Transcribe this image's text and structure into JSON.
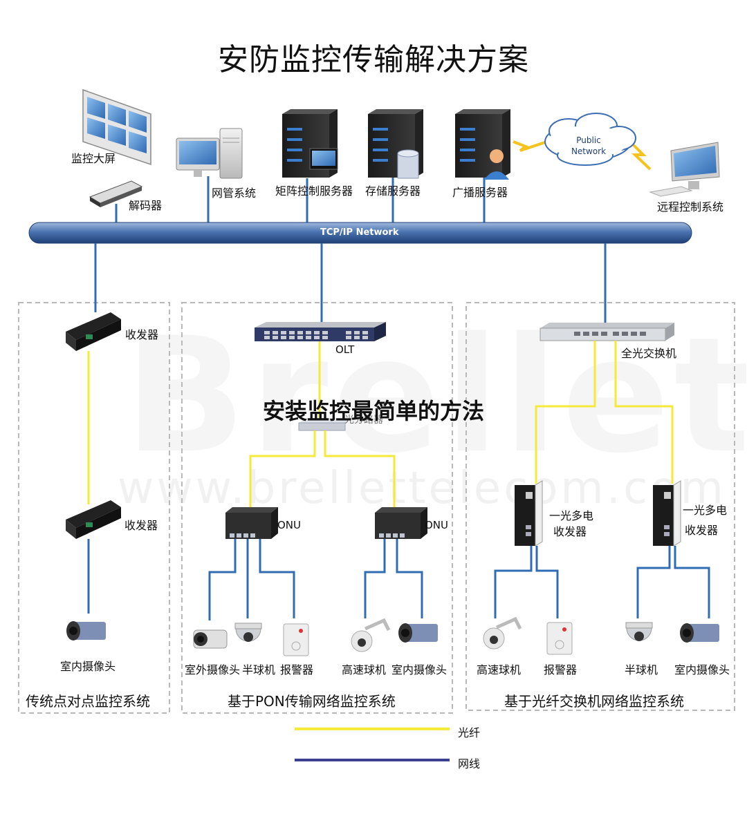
{
  "title": "安防监控传输解决方案",
  "overlay_text": "安装监控最简单的方法",
  "watermark": {
    "brand": "Brellet",
    "url": "www.brellettelecom.com"
  },
  "network": {
    "backbone_label": "TCP/IP Network",
    "cloud_label": "Public Network"
  },
  "top_devices": {
    "video_wall": "监控大屏",
    "decoder": "解码器",
    "nms": "网管系统",
    "matrix_server": "矩阵控制服务器",
    "storage_server": "存储服务器",
    "broadcast_server": "广播服务器",
    "remote_control": "远程控制系统"
  },
  "sections": {
    "traditional": {
      "title": "传统点对点监控系统",
      "transceiver_top": "收发器",
      "transceiver_bottom": "收发器",
      "camera": "室内摄像头"
    },
    "pon": {
      "title": "基于PON传输网络监控系统",
      "olt": "OLT",
      "splitter": "光分路器",
      "onu_left": "ONU",
      "onu_right": "ONU",
      "cameras": [
        "室外摄像头",
        "半球机",
        "报警器",
        "高速球机",
        "室内摄像头"
      ]
    },
    "fiber_switch": {
      "title": "基于光纤交换机网络监控系统",
      "switch": "全光交换机",
      "media_left_line1": "一光多电",
      "media_left_line2": "收发器",
      "media_right_line1": "一光多电",
      "media_right_line2": "收发器",
      "cameras": [
        "高速球机",
        "报警器",
        "半球机",
        "室内摄像头"
      ]
    }
  },
  "legend": {
    "fiber": "光纤",
    "ethernet": "网线"
  },
  "colors": {
    "fiber": "#f5e93a",
    "ethernet": "#2f6cb3",
    "backbone": "#3d66a3",
    "box_border": "#b8b8b8"
  }
}
